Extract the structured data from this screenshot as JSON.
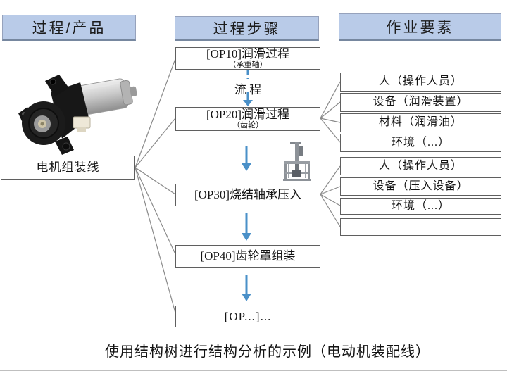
{
  "headers": [
    {
      "label": "过程/产品"
    },
    {
      "label": "过程步骤"
    },
    {
      "label": "作业要素"
    }
  ],
  "product": {
    "label": "电机组装线"
  },
  "flow": {
    "label": "流 程"
  },
  "steps": [
    {
      "title": "[OP10]润滑过程",
      "subtitle": "（承重轴）"
    },
    {
      "title": "[OP20]润滑过程",
      "subtitle": "（齿轮）"
    },
    {
      "title": "[OP30]烧结轴承压入"
    },
    {
      "title": "[OP40]齿轮罩组装"
    },
    {
      "title": "[OP...]..."
    }
  ],
  "elements": {
    "group1": [
      "人（操作人员）",
      "设备（润滑装置）",
      "材料（润滑油）",
      "环境（...）"
    ],
    "group2": [
      "人（操作人员）",
      "设备（压入设备）",
      "环境（...）",
      ""
    ]
  },
  "caption": {
    "text": "使用结构树进行结构分析的示例（电动机装配线）"
  },
  "colors": {
    "header_fill": "#b9cbe8",
    "header_border": "#76879f",
    "box_border": "#5f5f5f",
    "connector_gray": "#8a8a8a",
    "arrow_blue": "#4a90c8"
  }
}
